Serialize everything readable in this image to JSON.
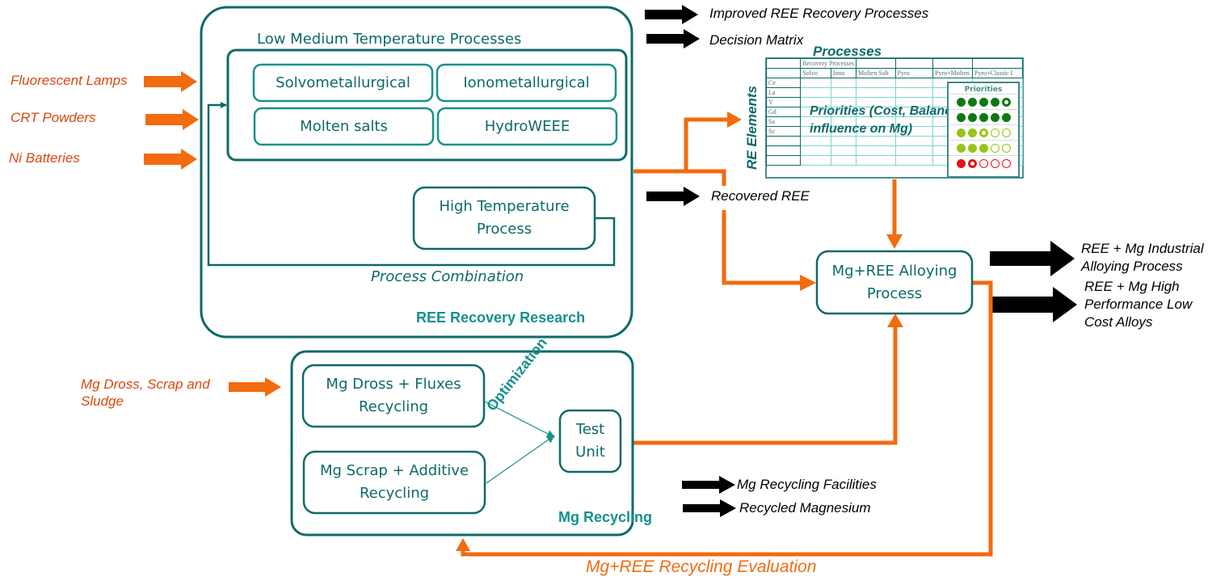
{
  "inputs": {
    "fluorescent_lamps": "Fluorescent Lamps",
    "crt_powders": "CRT Powders",
    "ni_batteries": "Ni Batteries",
    "mg_dross": "Mg Dross, Scrap and Sludge"
  },
  "ree_research": {
    "title": "REE Recovery Research",
    "low_medium_title": "Low Medium Temperature Processes",
    "processes": [
      "Solvometallurgical",
      "Ionometallurgical",
      "Molten salts",
      "HydroWEEE"
    ],
    "high_temp": "High Temperature Process",
    "combination": "Process Combination"
  },
  "outputs_top": {
    "improved": "Improved REE Recovery Processes",
    "decision": "Decision Matrix",
    "recovered": "Recovered REE"
  },
  "matrix": {
    "processes_title": "Processes",
    "elements_title": "RE Elements",
    "group_header": "Recovery Processes",
    "columns": [
      "Solvo",
      "Iono",
      "Molten Salt",
      "Pyro",
      "Pyro+Molten",
      "Pyro+Classic I"
    ],
    "rows": [
      "Ce",
      "La",
      "Y",
      "Gd",
      "Sa",
      "Sc",
      "",
      "",
      ""
    ],
    "overlay": "Priorities (Cost, Balance, influence on Mg)",
    "priorities_title": "Priorities",
    "priorities": [
      {
        "filled": 4,
        "half": 1,
        "color": "#0b7a12"
      },
      {
        "filled": 5,
        "half": 0,
        "color": "#0b7a12"
      },
      {
        "filled": 2,
        "half": 1,
        "color": "#98c41a"
      },
      {
        "filled": 3,
        "half": 0,
        "color": "#98c41a"
      },
      {
        "filled": 1,
        "half": 1,
        "color": "#e8121a"
      }
    ]
  },
  "alloying": {
    "box": "Mg+REE Alloying Process",
    "out1": "REE + Mg Industrial Alloying Process",
    "out2": "REE + Mg High Performance Low Cost Alloys"
  },
  "mg_recycling": {
    "title": "Mg Recycling",
    "dross_box": "Mg Dross + Fluxes Recycling",
    "scrap_box": "Mg Scrap + Additive Recycling",
    "optimization": "Optimization",
    "test_unit": "Test Unit",
    "out1": "Mg Recycling Facilities",
    "out2": "Recycled Magnesium"
  },
  "evaluation": "Mg+REE Recycling Evaluation",
  "colors": {
    "teal": "#0d6a68",
    "teal_light": "#17908c",
    "orange": "#f26b0f",
    "input_text": "#d9480f"
  }
}
